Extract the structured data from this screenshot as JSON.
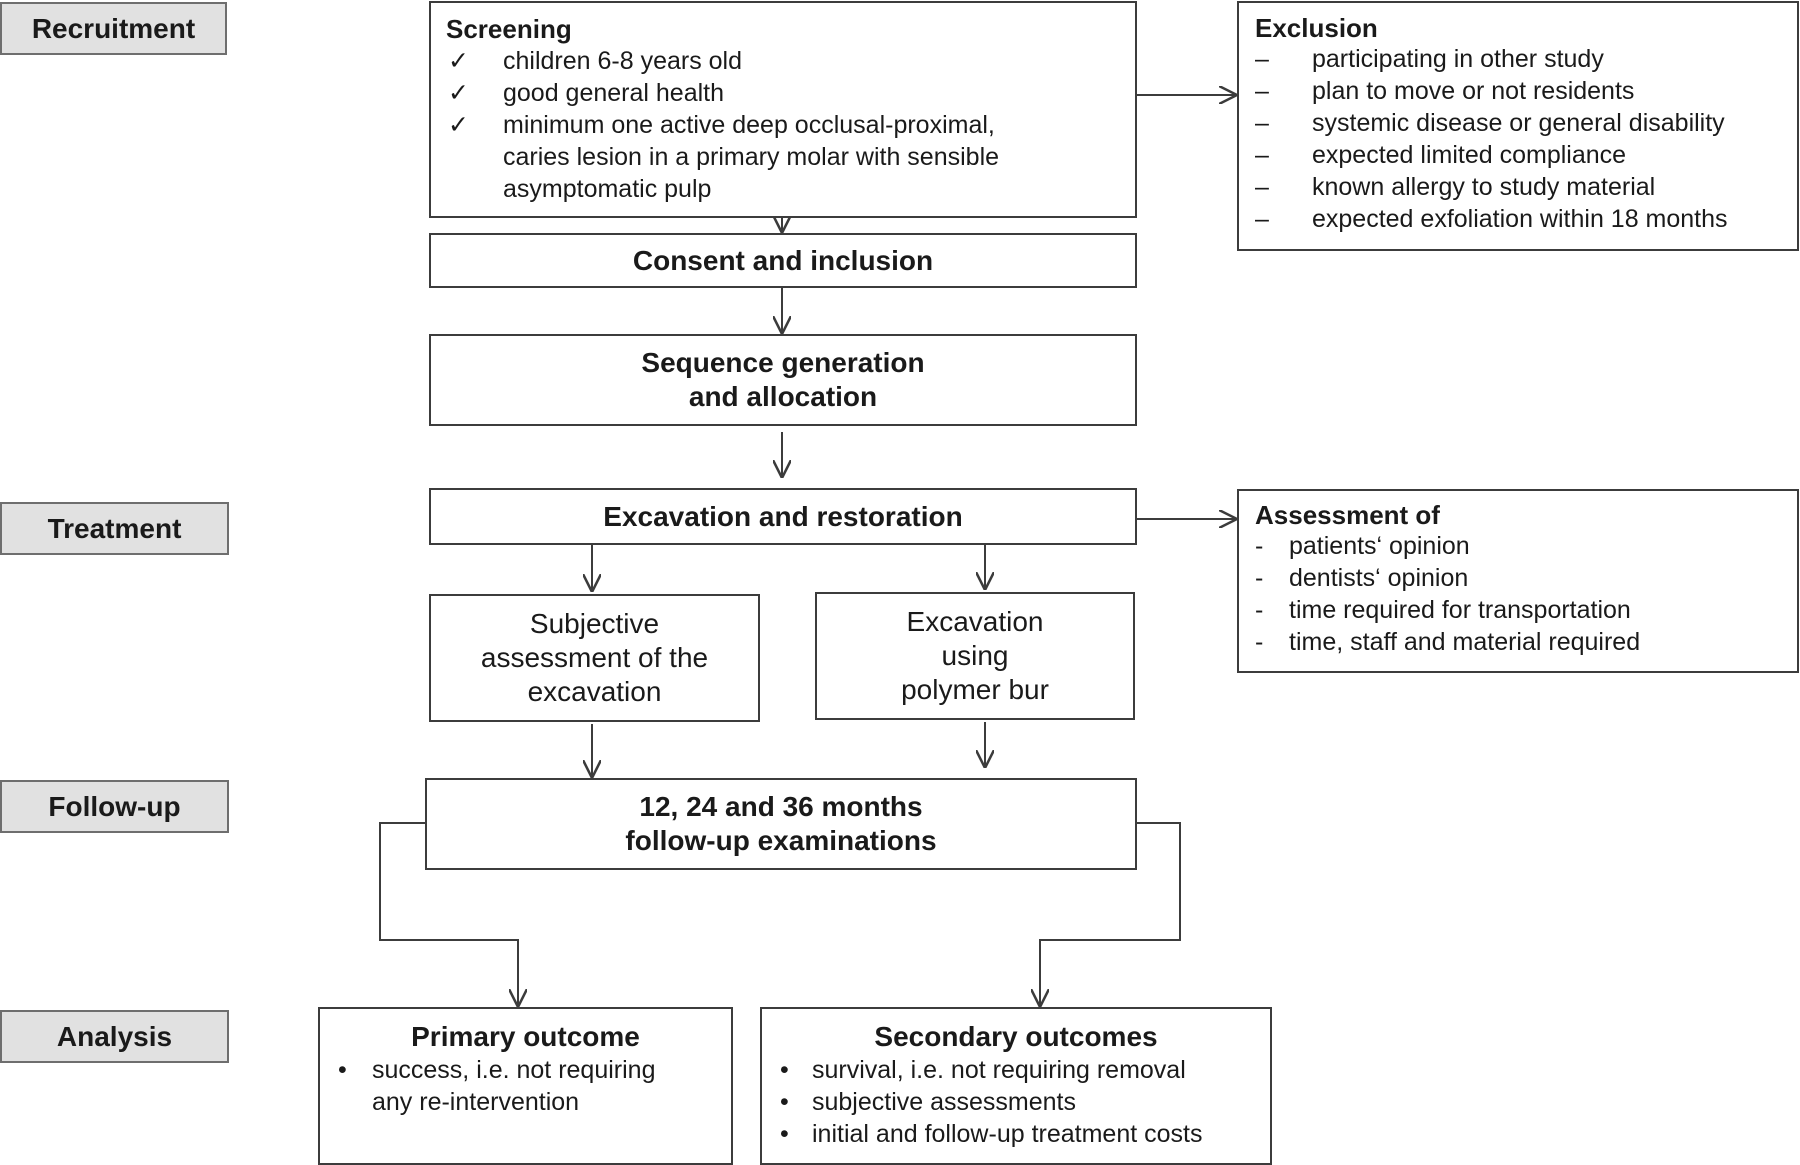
{
  "stages": {
    "recruitment": "Recruitment",
    "treatment": "Treatment",
    "followup": "Follow-up",
    "analysis": "Analysis"
  },
  "screening": {
    "title": "Screening",
    "marker": "✓",
    "items": [
      "children 6-8 years old",
      "good general health",
      "minimum one active deep occlusal-proximal, caries lesion in a primary molar with sensible asymptomatic pulp"
    ]
  },
  "exclusion": {
    "title": "Exclusion",
    "marker": "–",
    "items": [
      "participating in other study",
      "plan to move or not residents",
      "systemic disease or general disability",
      "expected limited compliance",
      "known allergy to study material",
      "expected exfoliation within 18 months"
    ]
  },
  "consent": "Consent and inclusion",
  "sequence": {
    "line1": "Sequence generation",
    "line2": "and allocation"
  },
  "excavation_restoration": "Excavation and restoration",
  "assessment": {
    "title": "Assessment of",
    "marker": "-",
    "items": [
      "patients‘ opinion",
      "dentists‘ opinion",
      "time required for transportation",
      "time, staff and material required"
    ]
  },
  "subjective": {
    "line1": "Subjective",
    "line2": "assessment of the",
    "line3": "excavation"
  },
  "polymer": {
    "line1": "Excavation",
    "line2": "using",
    "line3": "polymer bur"
  },
  "followup_box": {
    "line1": "12, 24 and 36 months",
    "line2": "follow-up examinations"
  },
  "primary": {
    "title": "Primary outcome",
    "marker": "•",
    "items": [
      "success, i.e. not requiring any re-intervention"
    ]
  },
  "secondary": {
    "title": "Secondary outcomes",
    "marker": "•",
    "items": [
      "survival, i.e. not requiring removal",
      "subjective assessments",
      "initial and follow-up treatment costs"
    ]
  }
}
